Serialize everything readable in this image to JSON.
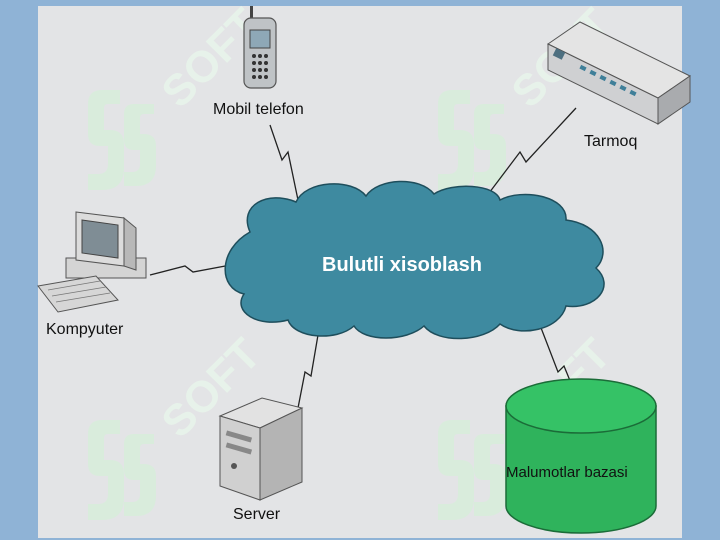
{
  "center": {
    "label": "Bulutli xisoblash"
  },
  "nodes": {
    "mobile": {
      "label": "Mobil telefon"
    },
    "network": {
      "label": "Tarmoq"
    },
    "computer": {
      "label": "Kompyuter"
    },
    "server": {
      "label": "Server"
    },
    "database": {
      "label": "Malumotlar bazasi"
    }
  },
  "watermark": {
    "text": "SOFT"
  },
  "colors": {
    "background": "#8fb3d6",
    "panel": "#e3e4e6",
    "cloud": "#3e8aa0",
    "database": "#2fb35c",
    "watermark": "#d7eedb"
  }
}
